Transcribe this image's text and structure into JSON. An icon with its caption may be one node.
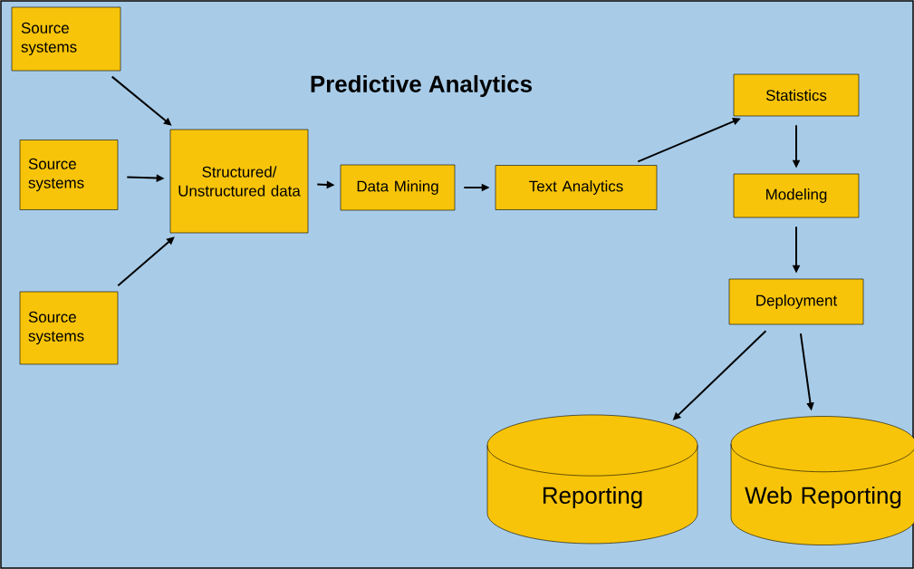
{
  "diagram": {
    "title": "Predictive Analytics",
    "nodes": [
      {
        "text": [
          "Source systems"
        ]
      },
      {
        "text": [
          "Source systems"
        ]
      },
      {
        "text": [
          "Source systems"
        ]
      },
      {
        "text": [
          "Structured/ Unstructured data"
        ]
      },
      {
        "text": [
          "Data Mining"
        ]
      },
      {
        "text": [
          "Text Analytics"
        ]
      },
      {
        "text": [
          "Statistics"
        ]
      },
      {
        "text": [
          "Modeling"
        ]
      },
      {
        "text": [
          "Deployment"
        ]
      },
      {
        "text": [
          "Reporting"
        ]
      },
      {
        "text": [
          "Web Reporting"
        ]
      }
    ],
    "edges": [
      {
        "from": 0,
        "to": 3,
        "arrow": "to"
      },
      {
        "from": 1,
        "to": 3,
        "arrow": "to"
      },
      {
        "from": 2,
        "to": 3,
        "arrow": "to"
      },
      {
        "from": 3,
        "to": 4,
        "arrow": "to"
      },
      {
        "from": 4,
        "to": 5,
        "arrow": "to"
      },
      {
        "from": 5,
        "to": 6,
        "arrow": "to"
      },
      {
        "from": 6,
        "to": 7,
        "arrow": "to"
      },
      {
        "from": 7,
        "to": 8,
        "arrow": "to"
      },
      {
        "from": 8,
        "to": 9,
        "arrow": "to"
      },
      {
        "from": 8,
        "to": 10,
        "arrow": "to"
      }
    ]
  }
}
